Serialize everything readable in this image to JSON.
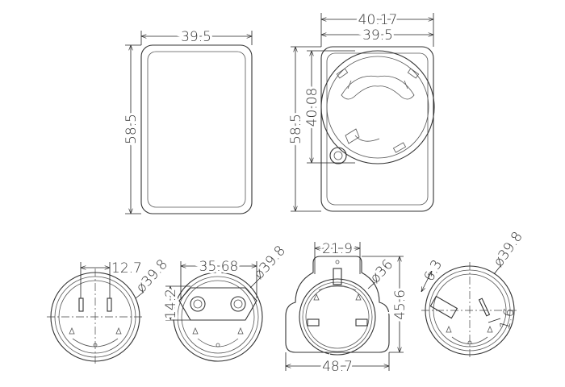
{
  "drawing": {
    "front_view": {
      "width": "39.5",
      "height": "58.5"
    },
    "back_view": {
      "overall_width": "40.17",
      "width": "39.5",
      "height": "58.5",
      "circle_height": "40.08"
    },
    "plug_us": {
      "pin_spacing": "12.7",
      "diameter": "ø39.8"
    },
    "plug_eu": {
      "width": "35.68",
      "height": "14.2",
      "diameter": "ø39.8"
    },
    "plug_uk": {
      "top_width": "21.9",
      "diameter": "ø36",
      "height": "45.6",
      "width": "48.7"
    },
    "plug_au": {
      "pin_length": "6.3",
      "pin_width": "1.6",
      "diameter": "ø39.8"
    }
  }
}
